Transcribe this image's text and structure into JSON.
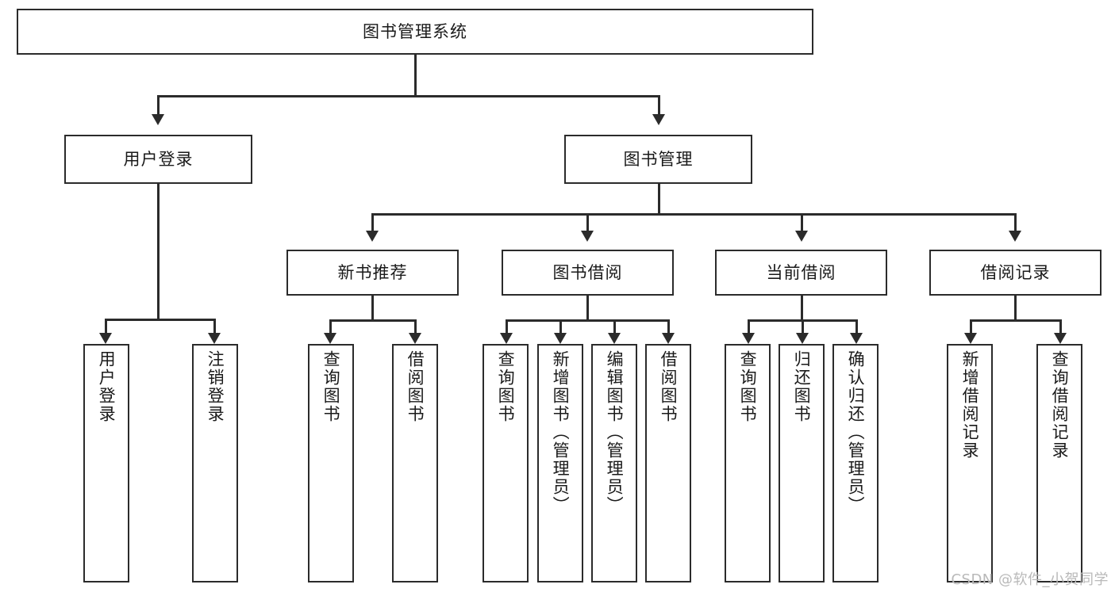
{
  "diagram": {
    "title": "图书管理系统",
    "watermark": "CSDN @软件_小贺同学",
    "colors": {
      "stroke": "#2b2b2b",
      "fill": "#ffffff",
      "text": "#1a1a1a",
      "watermark": "#b9b9b9"
    },
    "levels": {
      "root": {
        "label": "图书管理系统"
      },
      "level2": [
        {
          "label": "用户登录"
        },
        {
          "label": "图书管理"
        }
      ],
      "level3": [
        {
          "label": "新书推荐"
        },
        {
          "label": "图书借阅"
        },
        {
          "label": "当前借阅"
        },
        {
          "label": "借阅记录"
        }
      ],
      "leaves": {
        "user_login": [
          {
            "label": "用户登录"
          },
          {
            "label": "注销登录"
          }
        ],
        "new_book_recommend": [
          {
            "label": "查询图书"
          },
          {
            "label": "借阅图书"
          }
        ],
        "book_borrow": [
          {
            "label": "查询图书"
          },
          {
            "label": "新增图书（管理员）"
          },
          {
            "label": "编辑图书（管理员）"
          },
          {
            "label": "借阅图书"
          }
        ],
        "current_borrow": [
          {
            "label": "查询图书"
          },
          {
            "label": "归还图书"
          },
          {
            "label": "确认归还（管理员）"
          }
        ],
        "borrow_records": [
          {
            "label": "新增借阅记录"
          },
          {
            "label": "查询借阅记录"
          }
        ]
      }
    }
  }
}
